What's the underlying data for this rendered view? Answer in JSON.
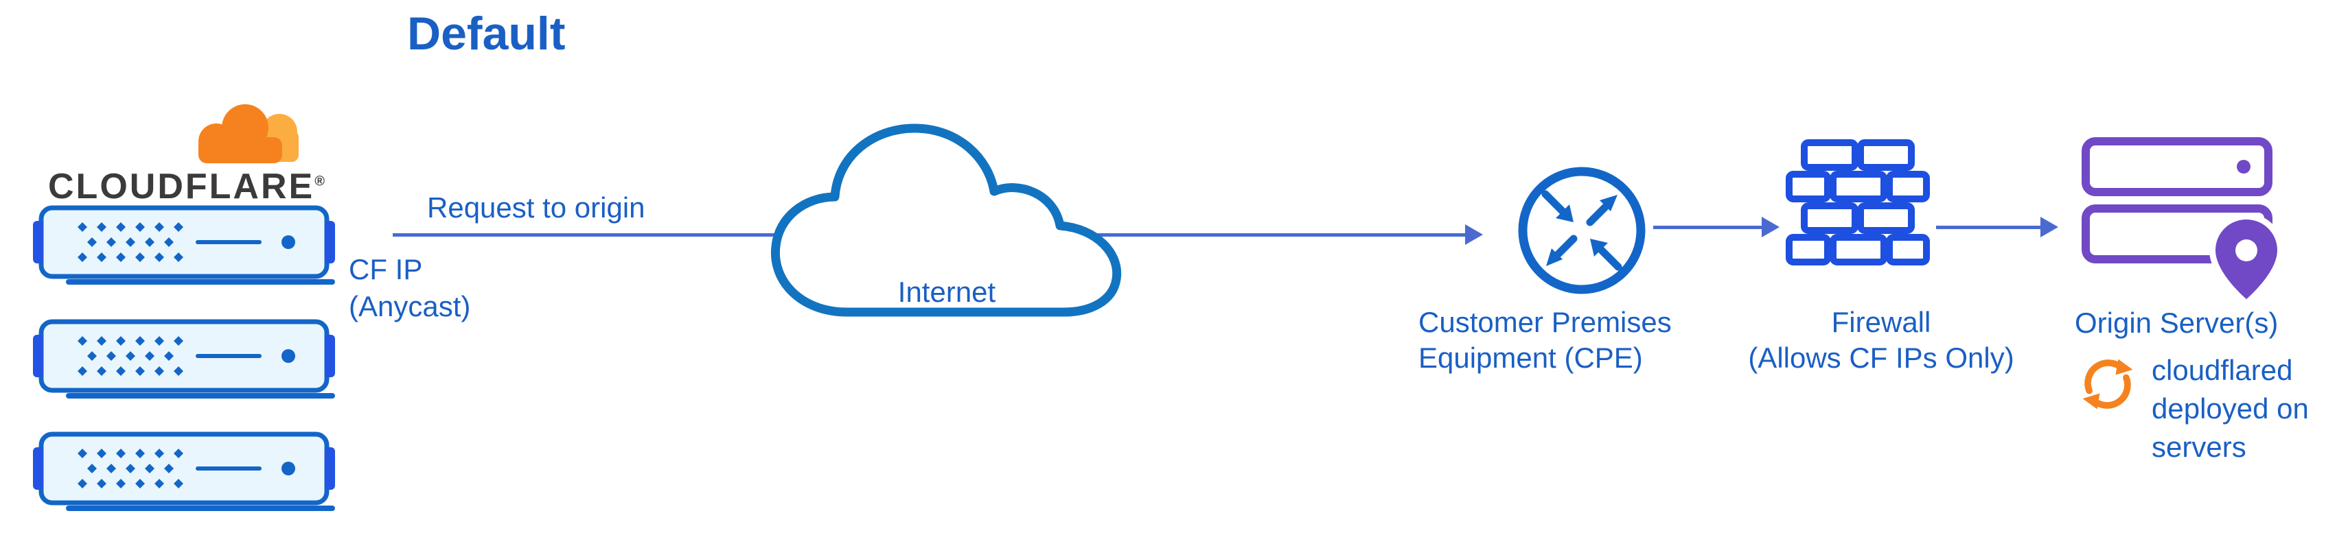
{
  "title": "Default",
  "colors": {
    "text_blue": "#1a5fc4",
    "arrow_blue": "#4a6ad0",
    "cloud_stroke": "#1274c0",
    "device_blue": "#1366c8",
    "tab_blue": "#2353e2",
    "server_fill": "#e9f6fd",
    "firewall_blue": "#1d4fe0",
    "origin_purple": "#7149c6",
    "orange": "#f6821f",
    "orange_light": "#fbad41",
    "wordmark_color": "#3b3b3d"
  },
  "logo": {
    "wordmark": "CLOUDFLARE",
    "registered": "®"
  },
  "edge_servers": {
    "ip_line1": "CF IP",
    "ip_line2": "(Anycast)"
  },
  "flow": {
    "request_label": "Request to origin"
  },
  "internet": {
    "label": "Internet"
  },
  "cpe": {
    "line1": "Customer Premises",
    "line2": "Equipment (CPE)"
  },
  "firewall": {
    "line1": "Firewall",
    "line2": "(Allows CF IPs Only)"
  },
  "origin": {
    "label": "Origin Server(s)"
  },
  "cloudflared": {
    "line1": "cloudflared",
    "line2": "deployed on",
    "line3": "servers"
  },
  "icons": {
    "cloudflare_cloud": "cloudflare-cloud-icon",
    "edge_server": "server-rack-icon",
    "internet": "cloud-icon",
    "cpe": "router-circle-arrows-icon",
    "firewall": "brick-wall-icon",
    "origin": "server-stack-location-pin-icon",
    "cloudflared": "sync-arrows-icon"
  }
}
